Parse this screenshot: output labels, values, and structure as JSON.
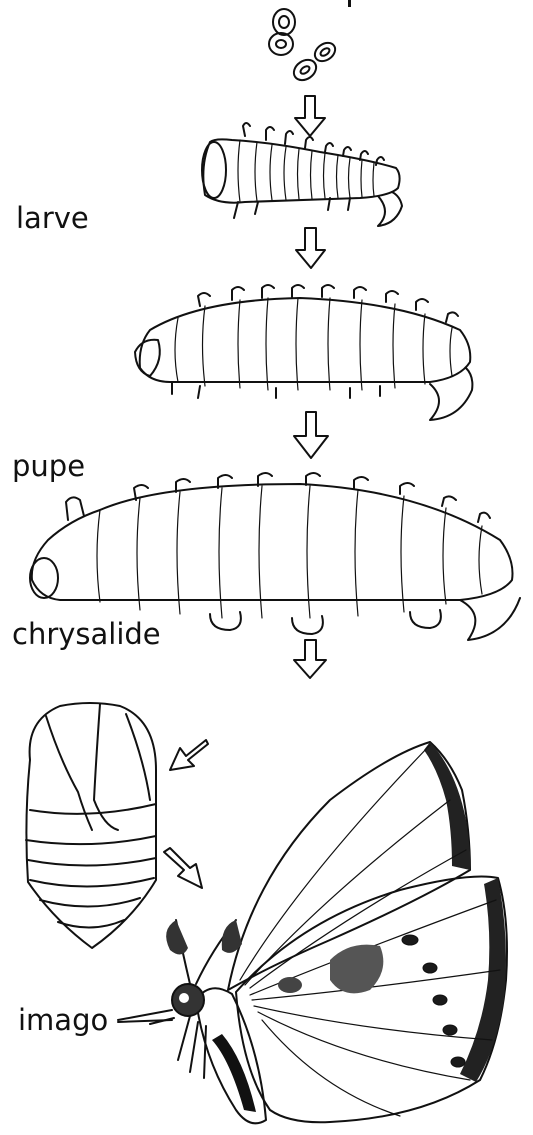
{
  "labels": {
    "larve": "larve",
    "pupe": "pupe",
    "chrysalide": "chrysalide",
    "imago": "imago"
  },
  "colors": {
    "ink": "#111111",
    "background": "#ffffff"
  }
}
